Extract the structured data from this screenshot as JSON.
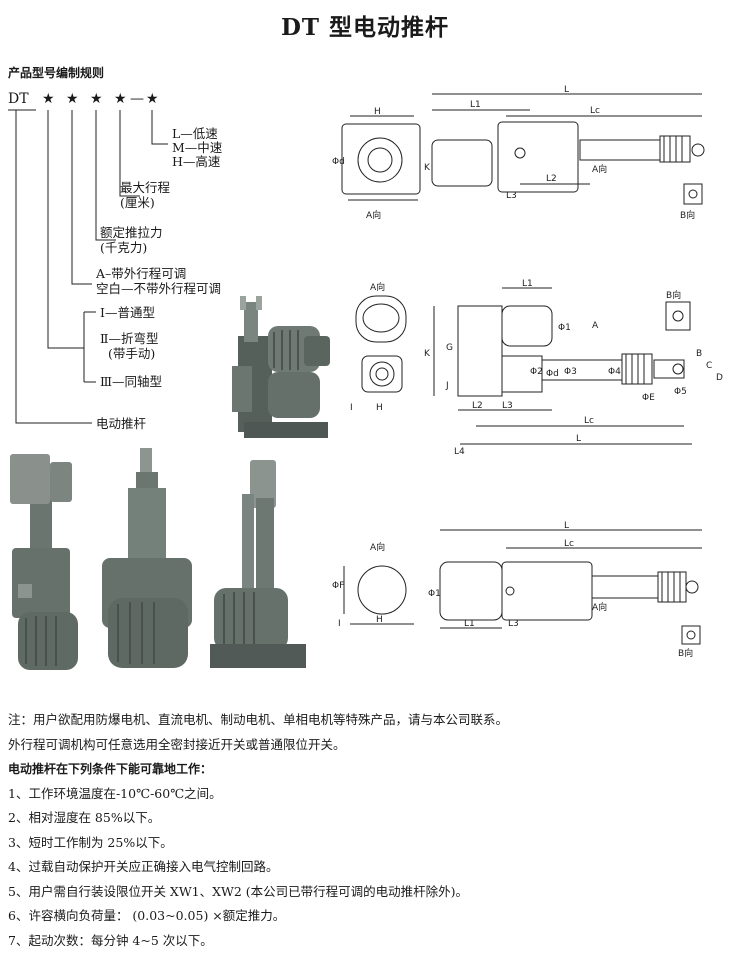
{
  "title": "DT 型电动推杆",
  "model_code": {
    "heading": "产品型号编制规则",
    "prefix": "DT",
    "stars": [
      "★",
      "★",
      "★",
      "★"
    ],
    "dash": "—",
    "last_star": "★",
    "speed_options": [
      "L—低速",
      "M—中速",
      "H—高速"
    ],
    "stroke_lines": [
      "最大行程",
      "(厘米)"
    ],
    "thrust_lines": [
      "额定推拉力",
      "(千克力)"
    ],
    "adjust_lines": [
      "A–带外行程可调",
      "空白—不带外行程可调"
    ],
    "type_lines": [
      "Ⅰ—普通型",
      "Ⅱ—折弯型",
      "(带手动)",
      "Ⅲ—同轴型"
    ],
    "product_label": "电动推杆"
  },
  "drawings": {
    "top": {
      "labels": [
        "L",
        "L1",
        "Lc",
        "L2",
        "H",
        "Φd",
        "K",
        "A向",
        "A向",
        "B向",
        "L3"
      ]
    },
    "middle": {
      "labels": [
        "A向",
        "B向",
        "L1",
        "A",
        "Φ1",
        "Φd",
        "ΦE",
        "L2",
        "L3",
        "Lc",
        "L",
        "L4",
        "K",
        "G",
        "J",
        "I",
        "H",
        "B",
        "C",
        "D",
        "Φ2",
        "Φ3",
        "Φ4",
        "Φ5"
      ]
    },
    "bottom": {
      "labels": [
        "L",
        "Lc",
        "L1",
        "L3",
        "H",
        "ΦF",
        "Φ1",
        "I",
        "A向",
        "A向",
        "B向"
      ]
    }
  },
  "notes": {
    "lines": [
      "注：用户欲配用防爆电机、直流电机、制动电机、单相电机等特殊产品，请与本公司联系。",
      "外行程可调机构可任意选用全密封接近开关或普通限位开关。"
    ],
    "conditions_heading": "电动推杆在下列条件下能可靠地工作：",
    "conditions": [
      "1、工作环境温度在-10℃-60℃之间。",
      "2、相对湿度在 85%以下。",
      "3、短时工作制为 25%以下。",
      "4、过载自动保护开关应正确接入电气控制回路。",
      "5、用户需自行装设限位开关 XW1、XW2 (本公司已带行程可调的电动推杆除外)。",
      "6、许容横向负荷量：  (0.03~0.05)  ×额定推力。",
      "7、起动次数：每分钟 4~5 次以下。"
    ]
  },
  "colors": {
    "motor_body": "#6f7a74",
    "motor_dark": "#3c4541",
    "photo_bg": "#ffffff",
    "text": "#1a1a1a"
  }
}
